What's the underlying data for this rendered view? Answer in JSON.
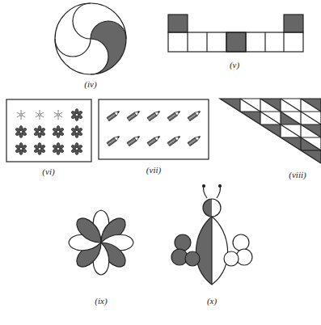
{
  "diagram": {
    "labels": [
      "(iv)",
      "(v)",
      "(vi)",
      "(vii)",
      "(viii)",
      "(ix)",
      "(x)"
    ]
  }
}
